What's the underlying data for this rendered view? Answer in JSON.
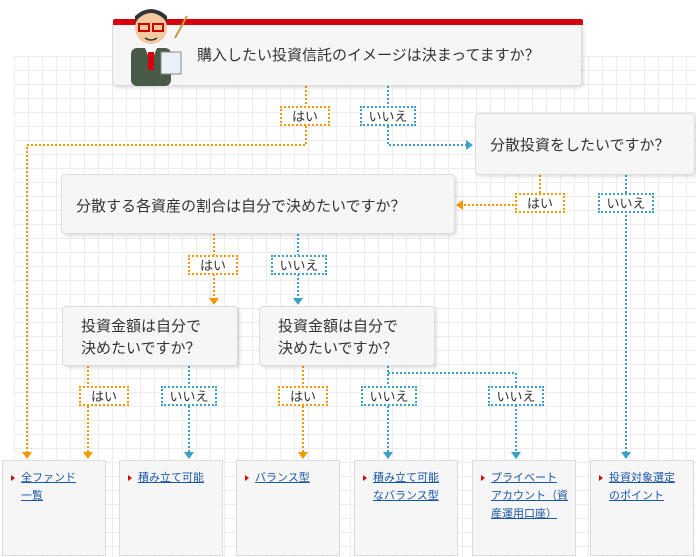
{
  "questions": {
    "main": "購入したい投資信託のイメージは決まってますか？",
    "bunsan": "分散投資をしたいですか？",
    "wariai": "分散する各資産の割合は自分で決めたいですか？",
    "kin1_l1": "投資金額は自分で",
    "kin1_l2": "決めたいですか？",
    "kin2_l1": "投資金額は自分で",
    "kin2_l2": "決めたいですか？"
  },
  "labels": {
    "yes": "はい",
    "no": "いいえ"
  },
  "results": [
    {
      "line1": "全ファンド",
      "line2": "一覧",
      "line3": ""
    },
    {
      "line1": "積み立て可能",
      "line2": "",
      "line3": ""
    },
    {
      "line1": "バランス型",
      "line2": "",
      "line3": ""
    },
    {
      "line1": "積み立て可能",
      "line2": "なバランス型",
      "line3": ""
    },
    {
      "line1": "プライベート",
      "line2": "アカウント（資",
      "line3": "産運用口座）"
    },
    {
      "line1": "投資対象選定",
      "line2": "のポイント",
      "line3": ""
    }
  ],
  "colors": {
    "yes": "#f39800",
    "no": "#3d9ec8",
    "accent": "#d9000d",
    "link": "#1a57a8"
  }
}
